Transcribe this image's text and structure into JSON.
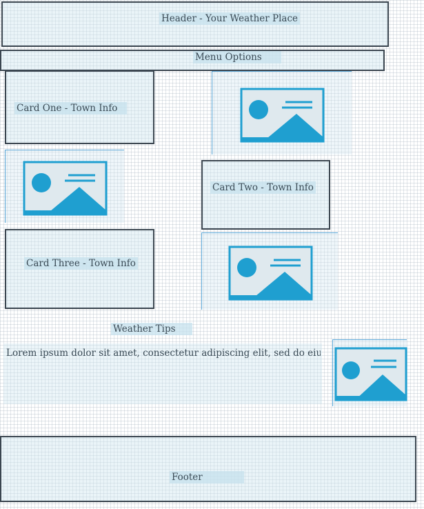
{
  "header": {
    "label": "Header - Your Weather Place"
  },
  "menu": {
    "label": "Menu Options"
  },
  "cards": [
    {
      "label": "Card One - Town Info"
    },
    {
      "label": "Card Two - Town Info"
    },
    {
      "label": "Card Three - Town Info"
    }
  ],
  "tips": {
    "heading": "Weather Tips",
    "body": "Lorem ipsum dolor sit amet, consectetur adipiscing elit, sed do eiusmod te"
  },
  "footer": {
    "label": "Footer"
  },
  "images": [
    {
      "icon": "image-placeholder-icon"
    },
    {
      "icon": "image-placeholder-icon"
    },
    {
      "icon": "image-placeholder-icon"
    },
    {
      "icon": "image-placeholder-icon"
    }
  ],
  "colors": {
    "accent": "#1f9fd0",
    "border": "#3b4650",
    "panel": "#d0e6f0"
  }
}
